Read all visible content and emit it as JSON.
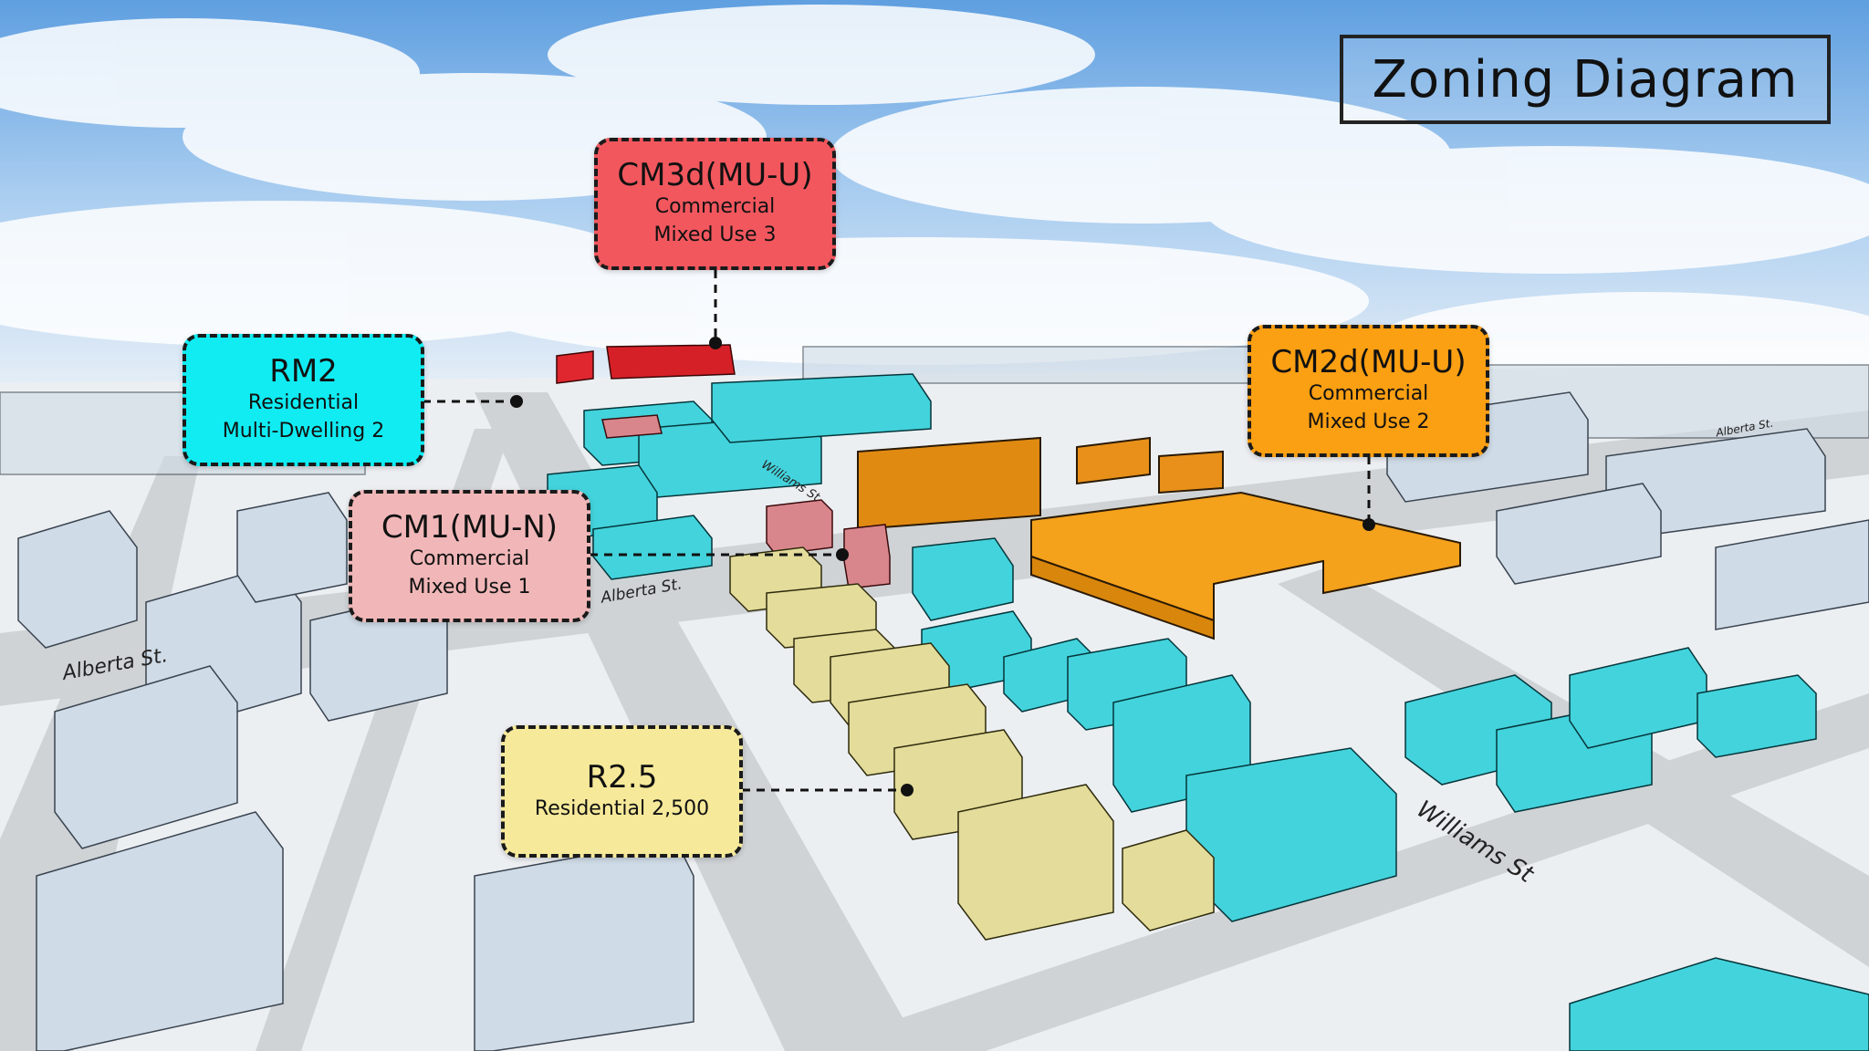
{
  "title": "Zoning Diagram",
  "zones": [
    {
      "code": "CM3d(MU-U)",
      "line1": "Commercial",
      "line2": "Mixed Use 3",
      "color": "#f2575e"
    },
    {
      "code": "RM2",
      "line1": "Residential",
      "line2": "Multi-Dwelling 2",
      "color": "#10ecf2"
    },
    {
      "code": "CM1(MU-N)",
      "line1": "Commercial",
      "line2": "Mixed Use 1",
      "color": "#f1b7b8"
    },
    {
      "code": "CM2d(MU-U)",
      "line1": "Commercial",
      "line2": "Mixed Use 2",
      "color": "#fb9f13"
    },
    {
      "code": "R2.5",
      "line1": "Residential 2,500",
      "line2": "",
      "color": "#f6e99a"
    }
  ],
  "streets": {
    "alberta_main": "Alberta St.",
    "alberta_mid": "Alberta St.",
    "alberta_far": "Alberta St.",
    "williams_main": "Williams St",
    "williams_far": "Williams St"
  },
  "colors": {
    "sky": "#7fb3e8",
    "ground": "#eceff2",
    "road": "#cfd3d6",
    "neutral_building": "#cfdbe6",
    "cyan_building": "#43d3dc",
    "orange_building": "#f4a11c",
    "yellow_building": "#e3dc9a",
    "red_building": "#e0272f",
    "pink_building": "#d8868c"
  }
}
